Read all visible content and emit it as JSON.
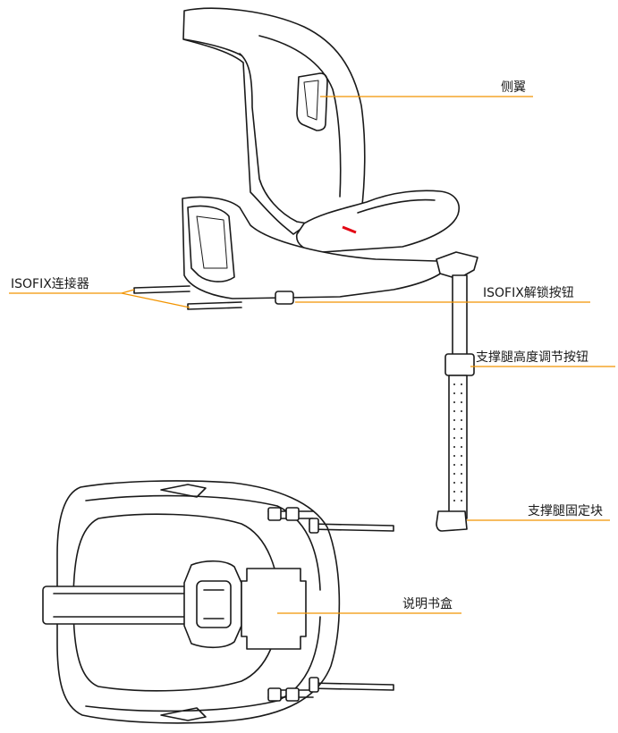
{
  "colors": {
    "accent": "#f29400",
    "line": "#1a1a1a",
    "highlight": "#e30613"
  },
  "labels": {
    "side_wing": "侧翼",
    "isofix_connector": "ISOFIX连接器",
    "isofix_release": "ISOFIX解锁按钮",
    "leg_height_button": "支撑腿高度调节按钮",
    "leg_fixing_block": "支撑腿固定块",
    "manual_box": "说明书盒"
  }
}
